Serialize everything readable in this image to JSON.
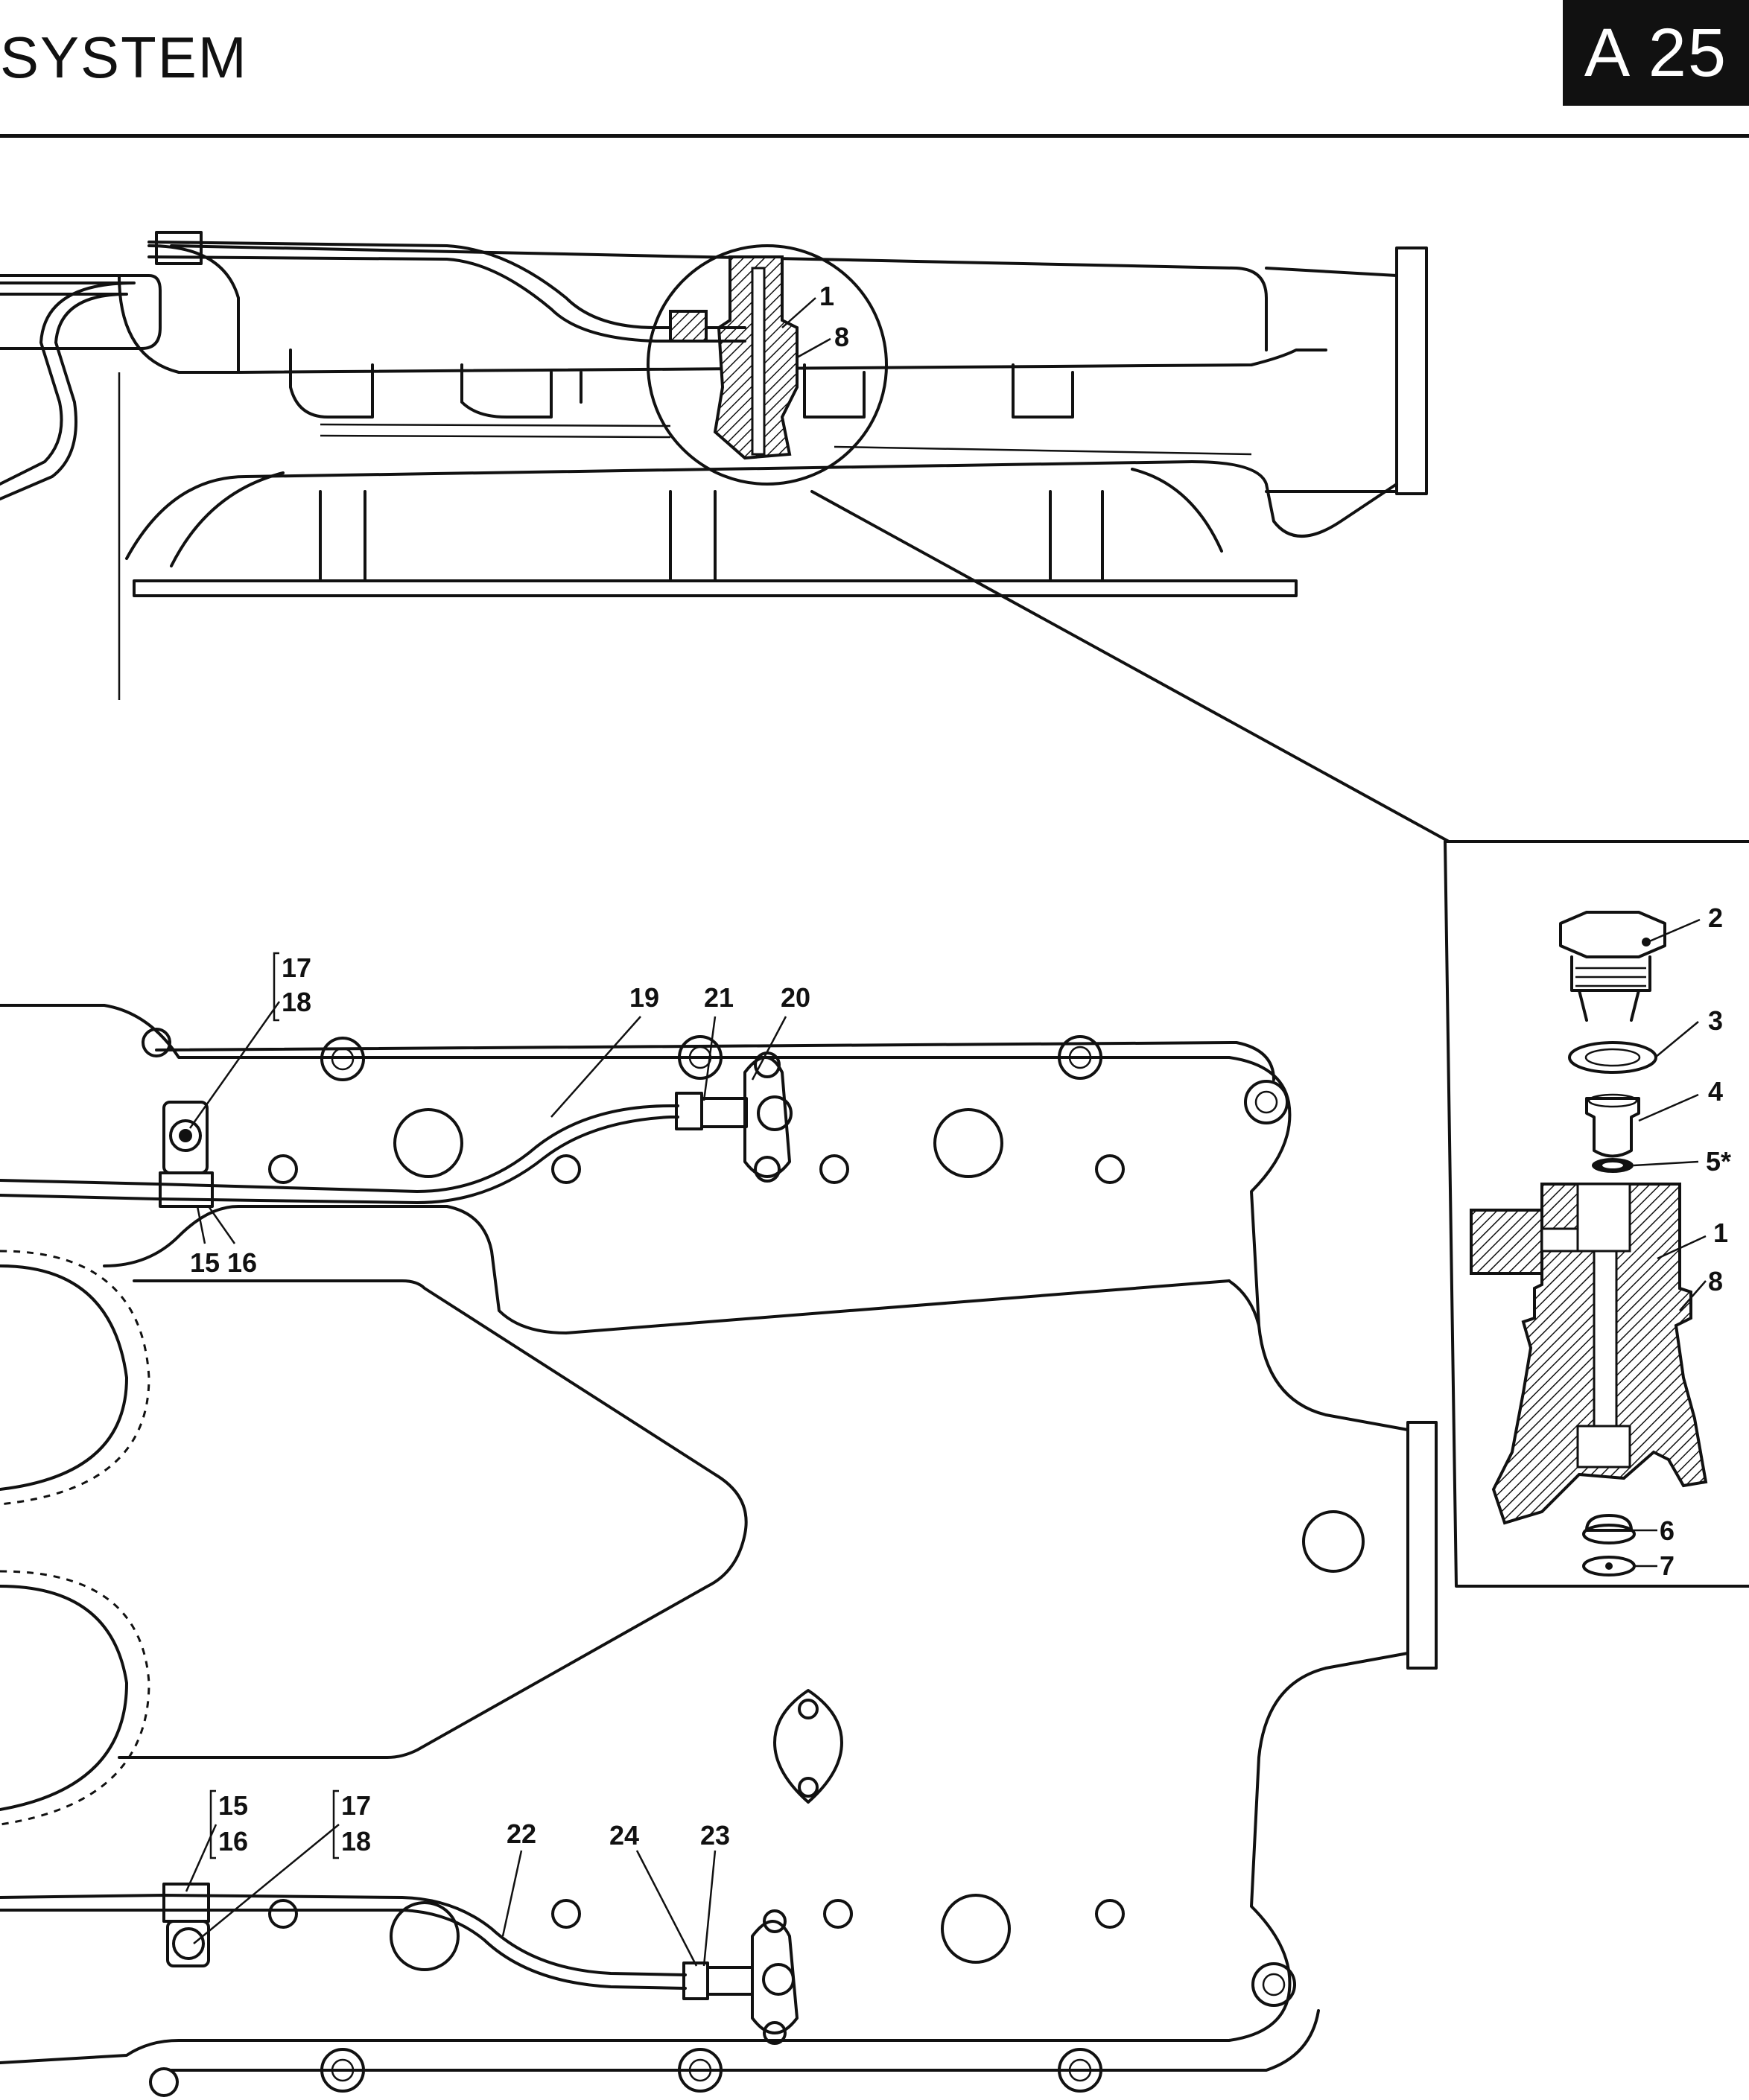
{
  "header": {
    "title": "SYSTEM",
    "page_tag": "A 25"
  },
  "callouts": {
    "c1": "1",
    "c2": "2",
    "c3": "3",
    "c4": "4",
    "c5": "5*",
    "c6": "6",
    "c7": "7",
    "c8": "8",
    "c15": "15",
    "c16": "16",
    "c17": "17",
    "c18": "18",
    "c19": "19",
    "c20": "20",
    "c21": "21",
    "c22": "22",
    "c23": "23",
    "c24": "24"
  }
}
